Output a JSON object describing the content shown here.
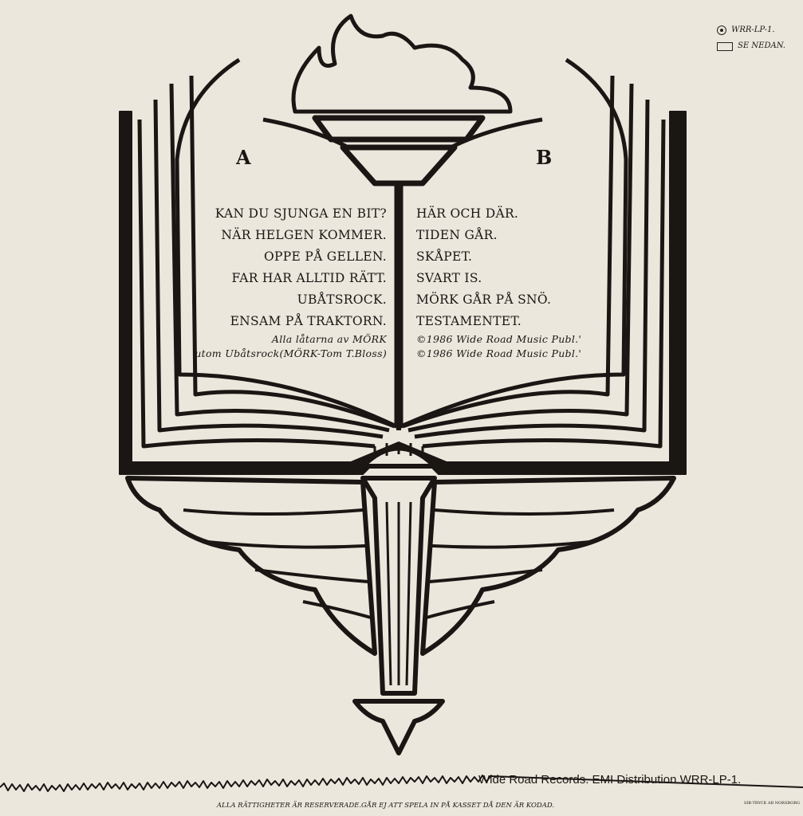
{
  "catalog": {
    "disc_icon": "vinyl-disc-icon",
    "disc_code": "WRR-LP-1.",
    "cassette_icon": "cassette-icon",
    "cassette_code": "SE NEDAN."
  },
  "sides": {
    "a": "A",
    "b": "B"
  },
  "side_a_tracks": [
    "KAN DU SJUNGA EN BIT?",
    "NÄR HELGEN KOMMER.",
    "OPPE PÅ GELLEN.",
    "FAR HAR ALLTID RÄTT.",
    "UBÅTSROCK.",
    "ENSAM PÅ TRAKTORN."
  ],
  "side_b_tracks": [
    "HÄR OCH DÄR.",
    "TIDEN GÅR.",
    "SKÅPET.",
    "SVART IS.",
    "MÖRK GÅR PÅ SNÖ.",
    "TESTAMENTET."
  ],
  "credits_a": [
    "Alla låtarna av MÖRK",
    "utom Ubåtsrock(MÖRK-Tom T.Bloss)"
  ],
  "credits_b": [
    "©1986 Wide Road Music Publ.'",
    "©1986 Wide Road Music Publ.'"
  ],
  "footer": "Wide Road Records.  EMI Distribution WRR-LP-1.",
  "rights": "ALLA RÄTTIGHETER ÄR RESERVERADE.GÅR EJ ATT SPELA IN PÅ KASSET DÅ DEN ÄR KODAD.",
  "printer": "SIB-TRYCK AB NORSBORG",
  "colors": {
    "paper": "#ece7dc",
    "ink": "#1a1614"
  }
}
